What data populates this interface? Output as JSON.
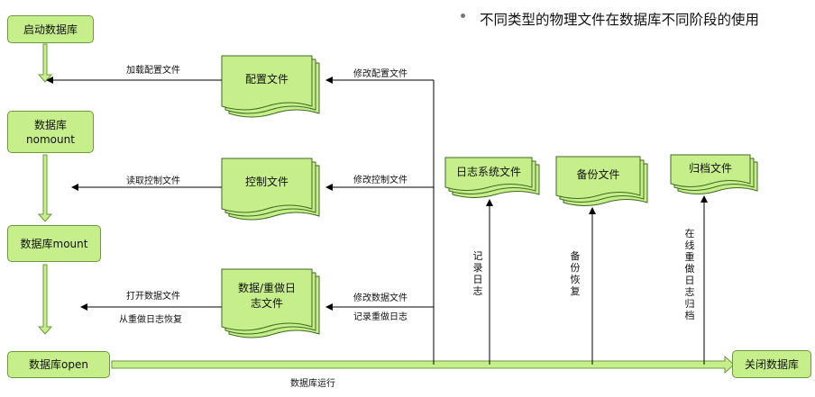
{
  "title": "不同类型的物理文件在数据库不同阶段的使用",
  "states": {
    "startup": "启动数据库",
    "nomount": "数据库\nnomount",
    "mount": "数据库mount",
    "open": "数据库open",
    "shutdown": "关闭数据库"
  },
  "documents": {
    "parameter": "配置文件",
    "control": "控制文件",
    "datafile": "数据/重做日\n志文件",
    "redolog": "日志系统文件",
    "backup": "备份文件",
    "archive": "归档文件"
  },
  "edges": {
    "load_parameter": "加载配置文件",
    "modify_parameter": "修改配置文件",
    "read_control": "读取控制文件",
    "modify_control": "修改控制文件",
    "open_datafile": "打开数据文件",
    "recover_redo": "从重做日志恢复",
    "modify_datafile": "修改数据文件",
    "record_redo": "记录重做日志",
    "running": "数据库运行",
    "record_log": "记录日志",
    "backup_restore": "备份恢复",
    "online_archive": "在线重做日志归档"
  },
  "colors": {
    "fill": "#c6ef8c",
    "border": "#6c9a3c",
    "line": "#000000"
  }
}
